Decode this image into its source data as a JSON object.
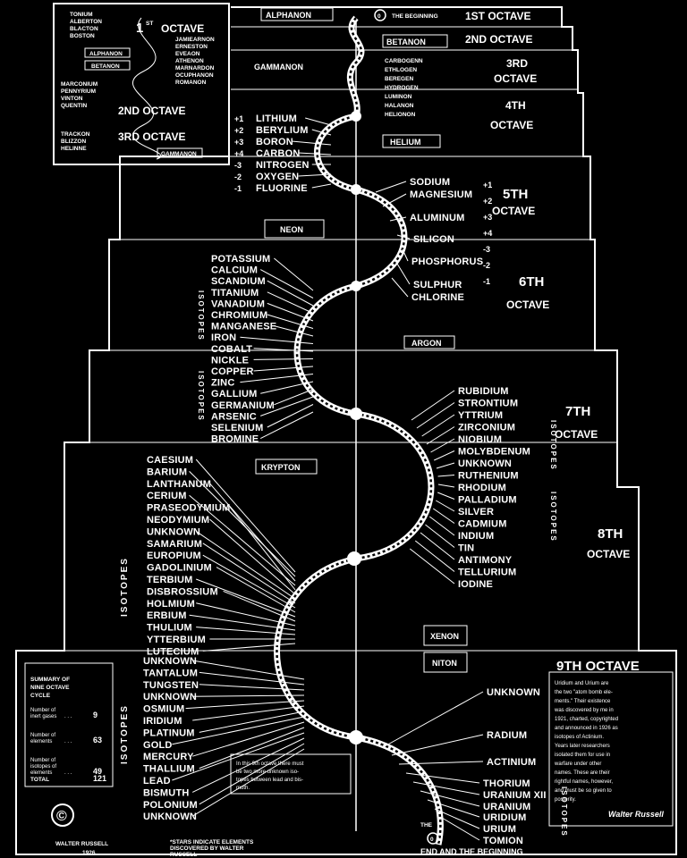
{
  "inset": {
    "octave1_num": "1",
    "octave1_sup": "ST",
    "octave1_word": "OCTAVE",
    "octave2_label": "2ND OCTAVE",
    "octave3_label": "3RD OCTAVE",
    "left_elements_1": [
      "TONIUM",
      "ALBERTON",
      "BLACTON",
      "BOSTON"
    ],
    "right_elements_1": [
      "JAMIEARNON",
      "ERNESTON",
      "EVEAON",
      "ATHENON",
      "MARNARDON",
      "OCUPHANON",
      "ROMANON"
    ],
    "alphanon_box": "ALPHANON",
    "betanon_box": "BETANON",
    "left_elements_2": [
      "MARCONIUM",
      "PENNYRIUM",
      "VINTON",
      "QUENTIN"
    ],
    "left_elements_3": [
      "TRACKON",
      "BLIZZON",
      "HELINNE"
    ],
    "gammanon_box": "GAMMANON"
  },
  "header": {
    "alphanon": "ALPHANON",
    "zero": "0",
    "the_beginning": "THE BEGINNING",
    "oct1": "1ST OCTAVE",
    "betanon": "BETANON",
    "oct2": "2ND OCTAVE",
    "gammanon": "GAMMANON",
    "oct3a": "3RD",
    "oct3b": "OCTAVE"
  },
  "octave3_elements": [
    "CARBOGENN",
    "ETHLOGEN",
    "BEREGEN",
    "HYDROGEN",
    "LUMINON",
    "HALANON",
    "HELIONON"
  ],
  "octave4": {
    "title_num": "4TH",
    "title_word": "OCTAVE",
    "gas": "HELIUM",
    "elements": [
      "LITHIUM",
      "BERYLIUM",
      "BORON",
      "CARBON",
      "NITROGEN",
      "OXYGEN",
      "FLUORINE"
    ],
    "valences": [
      "+1",
      "+2",
      "+3",
      "+4",
      "-3",
      "-2",
      "-1"
    ]
  },
  "octave5": {
    "title_num": "5TH",
    "title_word": "OCTAVE",
    "gas": "NEON",
    "elements": [
      "SODIUM",
      "MAGNESIUM",
      "ALUMINUM",
      "SILICON",
      "PHOSPHORUS",
      "SULPHUR",
      "CHLORINE"
    ],
    "valences": [
      "+1",
      "+2",
      "+3",
      "+4",
      "-3",
      "-2",
      "-1"
    ]
  },
  "octave6": {
    "title_num": "6TH",
    "title_word": "OCTAVE",
    "gas": "ARGON",
    "elements": [
      "POTASSIUM",
      "CALCIUM",
      "SCANDIUM",
      "TITANIUM",
      "VANADIUM",
      "CHROMIUM",
      "MANGANESE",
      "IRON",
      "COBALT",
      "NICKLE",
      "COPPER",
      "ZINC",
      "GALLIUM",
      "GERMANIUM",
      "ARSENIC",
      "SELENIUM",
      "BROMINE"
    ],
    "isotopes_label": "ISOTOPES"
  },
  "octave7": {
    "title_num": "7TH",
    "title_word": "OCTAVE",
    "gas": "KRYPTON",
    "elements": [
      "RUBIDIUM",
      "STRONTIUM",
      "YTTRIUM",
      "ZIRCONIUM",
      "NIOBIUM",
      "MOLYBDENUM",
      "UNKNOWN",
      "RUTHENIUM",
      "RHODIUM",
      "PALLADIUM",
      "SILVER",
      "CADMIUM",
      "INDIUM",
      "TIN",
      "ANTIMONY",
      "TELLURIUM",
      "IODINE"
    ],
    "isotopes_label": "ISOTOPES"
  },
  "octave8": {
    "title_num": "8TH",
    "title_word": "OCTAVE",
    "gas": "XENON",
    "elements": [
      "CAESIUM",
      "BARIUM",
      "LANTHANUM",
      "CERIUM",
      "PRASEODYMIUM",
      "NEODYMIUM",
      "UNKNOWN",
      "SAMARIUM",
      "EUROPIUM",
      "GADOLINIUM",
      "TERBIUM",
      "DISBROSSIUM",
      "HOLMIUM",
      "ERBIUM",
      "THULIUM",
      "YTTERBIUM",
      "LUTECIUM"
    ],
    "isotopes_label": "ISOTOPES"
  },
  "octave9": {
    "title": "9TH OCTAVE",
    "gas": "NITON",
    "left_elements": [
      "UNKNOWN",
      "TANTALUM",
      "TUNGSTEN",
      "UNKNOWN",
      "OSMIUM",
      "IRIDIUM",
      "PLATINUM",
      "GOLD",
      "MERCURY",
      "THALLIUM",
      "LEAD",
      "BISMUTH",
      "POLONIUM",
      "UNKNOWN"
    ],
    "right_elements": [
      "UNKNOWN",
      "RADIUM",
      "ACTINIUM",
      "THORIUM",
      "URANIUM XII",
      "URANIUM",
      "URIDIUM",
      "URIUM",
      "TOMION"
    ],
    "isotopes_label": "ISOTOPES",
    "note_lead": [
      "In this 9th octave there must",
      "be two more unknown iso-",
      "topes between lead and bis-",
      "muth."
    ],
    "note_urium": [
      "Uridium and Urium are",
      "the two \"atom bomb ele-",
      "ments.\" Their existence",
      "was discovered by me in",
      "1921, charted, copyrighted",
      "and announced in 1926 as",
      "isotopes of Actinium.",
      "Years later researchers",
      "isolated them for use in",
      "warfare under other",
      "names. These are their",
      "rightful names, however,",
      "and must be so given to",
      "posterity."
    ],
    "signature": "Walter Russell"
  },
  "summary": {
    "title": [
      "SUMMARY OF",
      "NINE OCTAVE",
      "CYCLE"
    ],
    "rows": [
      {
        "label": [
          "Number of",
          "inert gases"
        ],
        "value": "9"
      },
      {
        "label": [
          "Number of",
          "elements"
        ],
        "value": "63"
      },
      {
        "label": [
          "Number of",
          "isotopes of",
          "elements"
        ],
        "value": "49"
      }
    ],
    "total_label": "TOTAL",
    "total_value": "121"
  },
  "footer": {
    "copyright": "©",
    "author": "WALTER RUSSELL",
    "year": "1926",
    "stars_note": [
      "*STARS INDICATE ELEMENTS",
      "DISCOVERED BY WALTER",
      "RUSSELL"
    ],
    "the": "THE",
    "zero": "0",
    "end": "END AND THE BEGINNING"
  }
}
